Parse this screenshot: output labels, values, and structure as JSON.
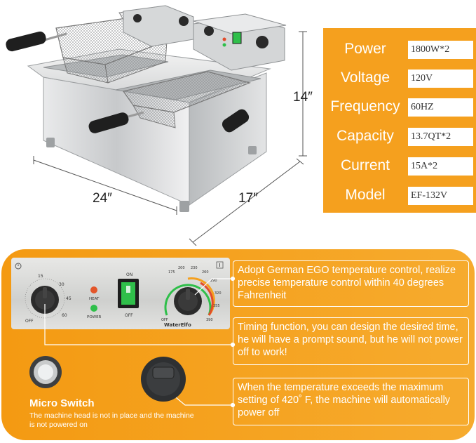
{
  "dimensions": {
    "width": "24″",
    "depth": "17″",
    "height": "14″"
  },
  "specs": [
    {
      "label": "Power",
      "value": "1800W*2"
    },
    {
      "label": "Voltage",
      "value": "120V"
    },
    {
      "label": "Frequency",
      "value": "60HZ"
    },
    {
      "label": "Capacity",
      "value": "13.7QT*2"
    },
    {
      "label": "Current",
      "value": "15A*2"
    },
    {
      "label": "Model",
      "value": "EF-132V"
    }
  ],
  "control_board": {
    "brand": "WaterElfo",
    "timer_ticks": [
      "15",
      "30",
      "45",
      "60",
      "OFF"
    ],
    "indicator_heat": "HEAT",
    "indicator_power": "POWER",
    "switch_on": "ON",
    "switch_off": "OFF",
    "temp_ticks": [
      "175",
      "200",
      "230",
      "260",
      "290",
      "320",
      "355",
      "390",
      "OFF"
    ]
  },
  "features": [
    "Adopt German EGO temperature control, realize precise temperature control within 40 degrees Fahrenheit",
    "Timing function, you can design the desired time, he will have a prompt sound, but he will not power off to work!",
    "When the temperature exceeds the maximum setting of 420˚ F, the machine will automatically power off"
  ],
  "micro_switch": {
    "title": "Micro Switch",
    "note": "The machine head is not in place and the machine is not powered on"
  },
  "colors": {
    "accent": "#f5a01e",
    "panel": "#f49a12",
    "steel": "#c9cbcc",
    "switch_green": "#2fbf4a",
    "handle": "#222222"
  }
}
